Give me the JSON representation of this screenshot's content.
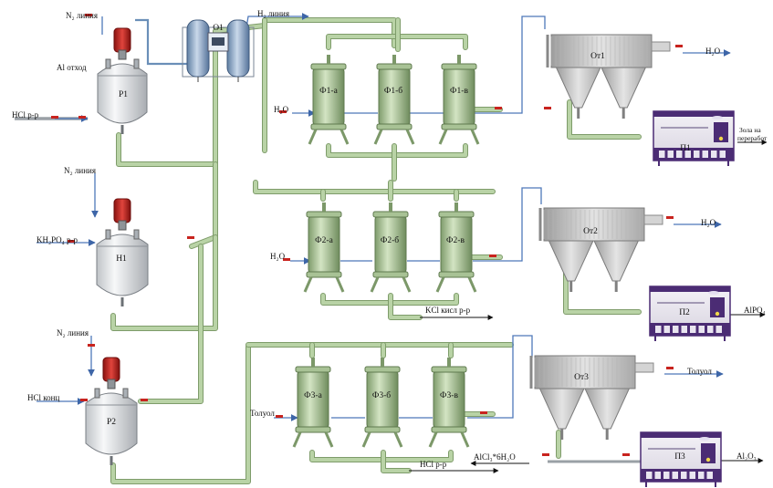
{
  "streams": {
    "n2_line_1": "N₂ линия",
    "h2_line": "H₂ линия",
    "al_waste": "Al отход",
    "hcl_solution_1": "HCl р-р",
    "h2o_in_1": "H₂O",
    "h2o_out_1": "H₂O",
    "ash_recycle_1": "Зола на",
    "ash_recycle_2": "переработ",
    "n2_line_2": "N₂ линия",
    "kh2po4": "KH₂PO₄ р-р",
    "h2o_in_2": "H₂O",
    "h2o_out_2": "H₂O",
    "kcl_acid": "KCl кисл р-р",
    "alpo4": "AlPO₄",
    "n2_line_3": "N₂ линия",
    "hcl_conc": "HCl конц",
    "toluene_in": "Толуол",
    "toluene_out": "Толуол",
    "alcl3": "AlCl₃*6H₂O",
    "hcl_solution_2": "HCl р-р",
    "al2o3": "Al₂O₃"
  },
  "equipment": {
    "reactor_1": "Р1",
    "reactor_2": "Н1",
    "reactor_3": "Р2",
    "filter_o1": "О1",
    "filters_1": [
      "Ф1-а",
      "Ф1-б",
      "Ф1-в"
    ],
    "filters_2": [
      "Ф2-а",
      "Ф2-б",
      "Ф2-в"
    ],
    "filters_3": [
      "Ф3-а",
      "Ф3-б",
      "Ф3-в"
    ],
    "settler_1": "От1",
    "settler_2": "От2",
    "settler_3": "От3",
    "furnace_1": "П1",
    "furnace_2": "П2",
    "furnace_3": "П3"
  },
  "colors": {
    "pipe_green": "#b9d3a6",
    "pipe_green_edge": "#7e9c6a",
    "filter_body": "#b9cfa5",
    "vessel_white": "#eceef0",
    "motor_red": "#c8231e",
    "settler_gray": "#c9c9c9",
    "furnace_purple": "#4b2c74",
    "pipe_blue": "#4e78b9",
    "gas_blue": "#6a8fb8"
  }
}
